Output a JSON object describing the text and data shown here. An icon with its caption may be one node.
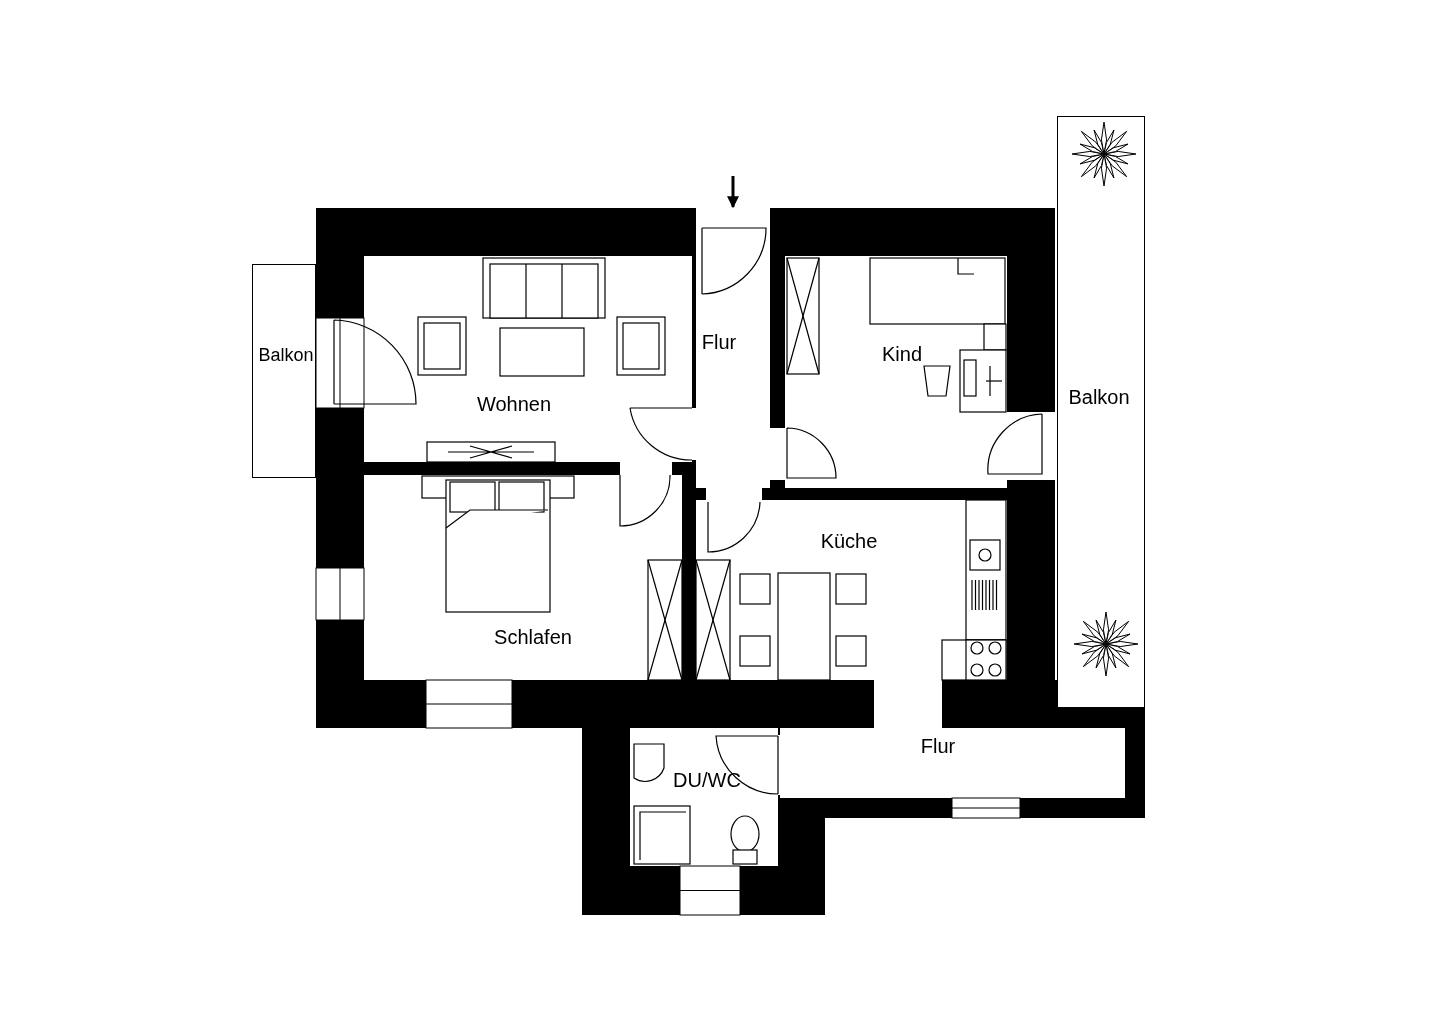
{
  "diagram": {
    "nodes": [
      {
        "text": [
          "Balkon"
        ]
      },
      {
        "text": [
          "Wohnen"
        ]
      },
      {
        "text": [
          "Flur"
        ]
      },
      {
        "text": [
          "Kind"
        ]
      },
      {
        "text": [
          "Balkon"
        ]
      },
      {
        "text": [
          "Schlafen"
        ]
      },
      {
        "text": [
          "Küche"
        ]
      },
      {
        "text": [
          "Flur"
        ]
      },
      {
        "text": [
          "DU/WC"
        ]
      }
    ],
    "edges": [
      {
        "from": null,
        "to": 2,
        "arrow": "to"
      }
    ]
  }
}
